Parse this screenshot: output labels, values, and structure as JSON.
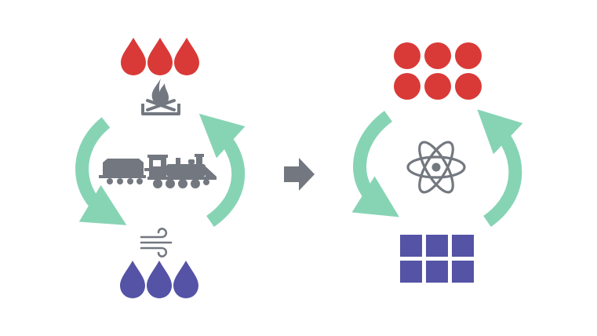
{
  "colors": {
    "hot": "#d93a37",
    "cold": "#5453a6",
    "cycle": "#87d4b5",
    "machine": "#737880",
    "arrow": "#737880",
    "background": "#ffffff"
  },
  "icons": {
    "hot_reservoir_left": "three-red-drops",
    "heat_source": "campfire-icon",
    "engine": "steam-locomotive-icon",
    "heat_sink": "wind-icon",
    "cold_reservoir_left": "three-blue-drops",
    "transition": "right-arrow-icon",
    "hot_reservoir_right": "six-red-circles",
    "engine_right": "atom-icon",
    "cold_reservoir_right": "six-blue-squares"
  }
}
